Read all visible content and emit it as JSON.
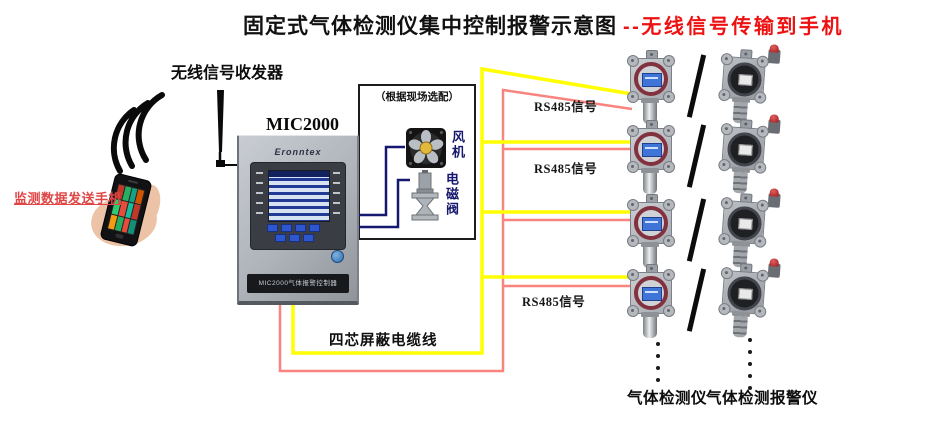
{
  "title": {
    "main": "固定式气体检测仪集中控制报警示意图",
    "suffix": "--无线信号传输到手机"
  },
  "wireless": {
    "transceiver_label": "无线信号收发器",
    "phone_caption": "监测数据发送手机"
  },
  "controller": {
    "model_label": "MIC2000",
    "brand": "Eronntex",
    "nameplate": "MIC2000气体报警控制器"
  },
  "optional_box": {
    "title": "（根据现场选配）",
    "items": [
      {
        "label": "风机"
      },
      {
        "label": "电磁阀"
      }
    ]
  },
  "wiring": {
    "rs485_labels": [
      {
        "text": "RS485信号"
      },
      {
        "text": "RS485信号"
      },
      {
        "text": "RS485信号"
      }
    ],
    "cable_label": "四芯屏蔽电缆线"
  },
  "detector_columns": {
    "left_label": "气体检测仪",
    "right_label": "气体检测报警仪"
  },
  "icons": {
    "fan": "fan-icon",
    "valve": "solenoid-valve-icon",
    "antenna": "antenna-icon",
    "signal_waves": "wireless-signal-icon",
    "phone": "mobile-phone-icon"
  },
  "colors": {
    "cable_yellow": "#ffff00",
    "cable_pink": "#f9837f",
    "cable_navy": "#15186e",
    "title_accent": "#ee1111",
    "phone_caption": "#e04545"
  }
}
